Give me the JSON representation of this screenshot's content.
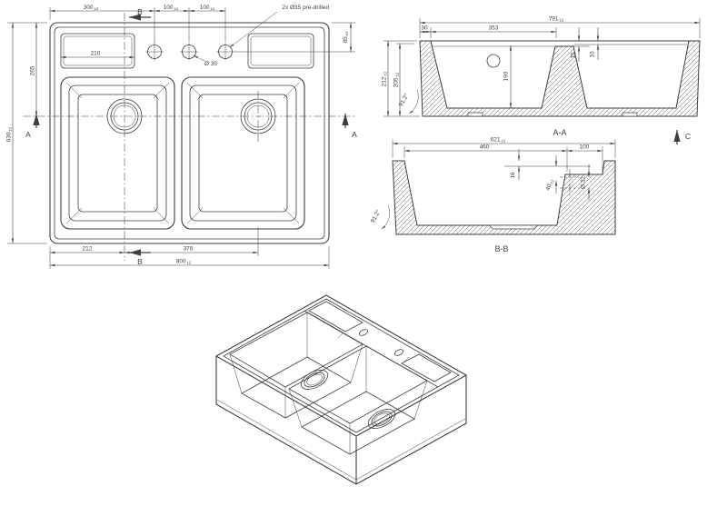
{
  "meta": {
    "background": "#ffffff",
    "ink": "#3e3e3e",
    "drawing_type": "technical drawing, double bowl kitchen sink"
  },
  "plan": {
    "d300": "300",
    "t300": "±2",
    "d100a": "100",
    "t100a": "±1",
    "d100b": "100",
    "t100b": "±1",
    "note": "2x Ø35 pre-drilled",
    "d210": "210",
    "hole35": "Ø 35",
    "d265": "265",
    "d630": "630",
    "t630": "±2",
    "d85": "85",
    "t85": "±1",
    "d212": "212",
    "d376": "376",
    "d800": "800",
    "t800": "±2",
    "secA": "A",
    "secB": "B"
  },
  "aa": {
    "title": "A-A",
    "d791": "791",
    "t791": "±2",
    "d30": "30",
    "d353": "353",
    "d212": "212",
    "t212": "±2",
    "d205": "205",
    "t205": "±2",
    "d190": "190",
    "d15": "15",
    "d10": "10",
    "angle": "91.2°",
    "letterC": "C"
  },
  "bb": {
    "title": "B-B",
    "d621": "621",
    "t621": "±2",
    "d460": "460",
    "d100": "100",
    "d16": "16",
    "d40": "40",
    "t40": "±1",
    "hole32": "Ø 32",
    "angle": "91.2°"
  }
}
